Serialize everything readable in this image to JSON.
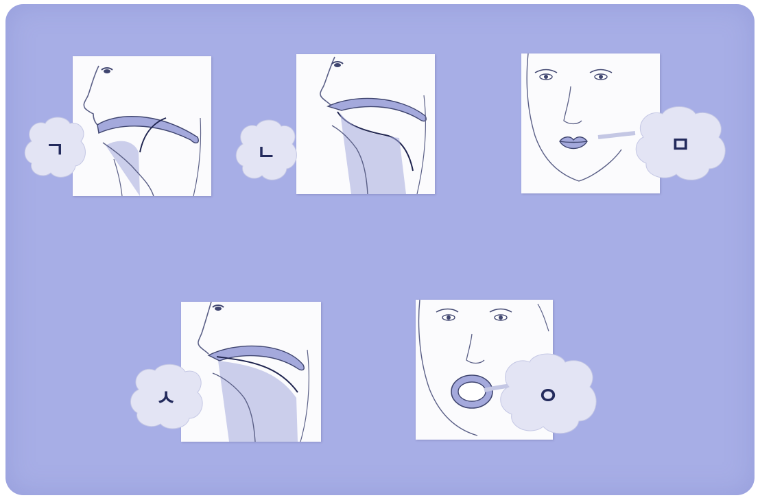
{
  "consonants": [
    {
      "glyph": "ㄱ",
      "view": "side-profile-back-tongue"
    },
    {
      "glyph": "ㄴ",
      "view": "side-profile-tongue-tip"
    },
    {
      "glyph": "ㅁ",
      "view": "front-closed-lips"
    },
    {
      "glyph": "ㅅ",
      "view": "side-profile-teeth"
    },
    {
      "glyph": "ㅇ",
      "view": "front-open-mouth"
    }
  ],
  "colors": {
    "background": "#a7aee6",
    "card": "#fbfbfd",
    "tongue": "#a4a9dc",
    "bubble": "#e3e4f4",
    "ink": "#232a5c"
  }
}
